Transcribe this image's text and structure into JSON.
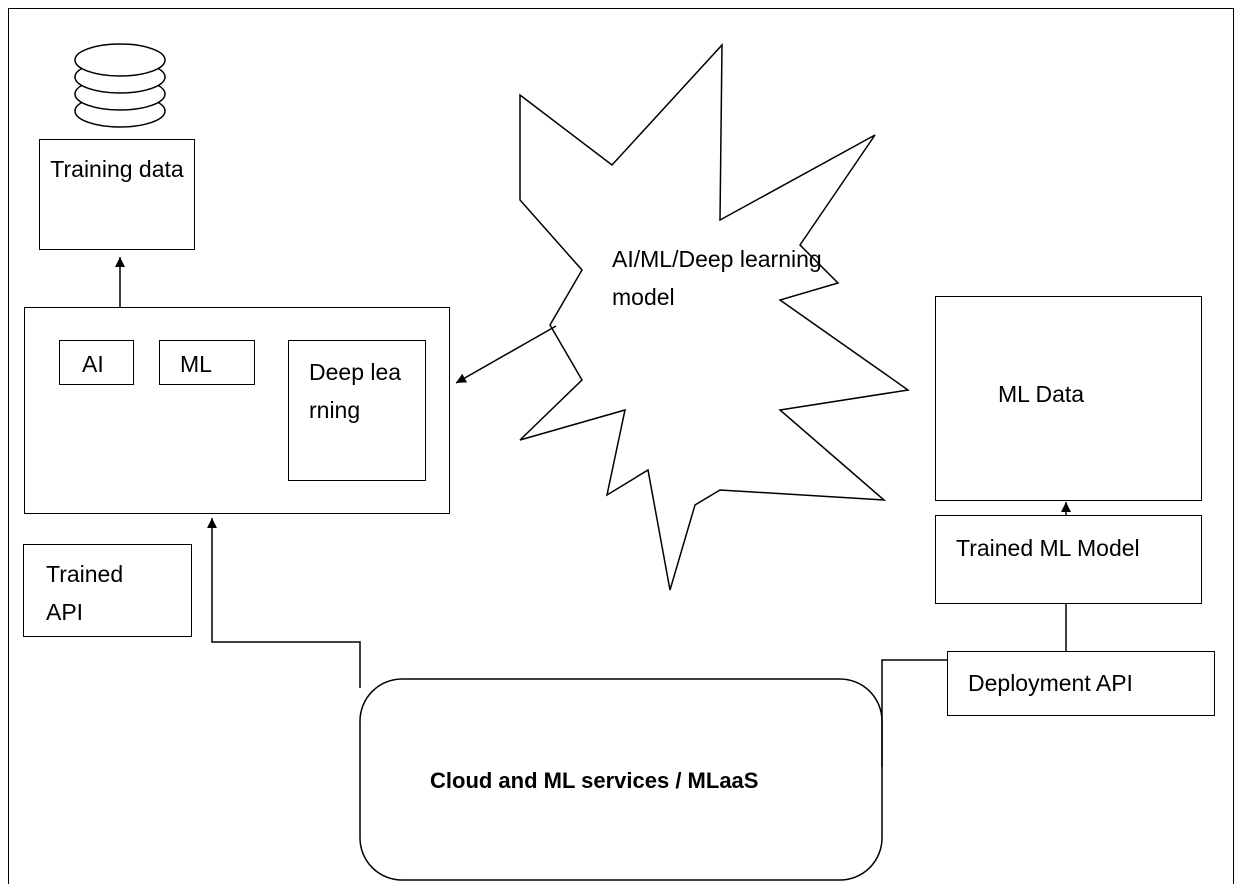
{
  "diagram": {
    "training_data": "Training data",
    "ai": "AI",
    "ml": "ML",
    "deep_learning": "Deep learning",
    "star_label": "AI/ML/Deep learning model",
    "ml_data": "ML Data",
    "trained_ml_model": "Trained ML Model",
    "trained_api": "Trained API",
    "deployment_api": "Deployment API",
    "cloud_label": "Cloud and ML services / MLaaS"
  }
}
